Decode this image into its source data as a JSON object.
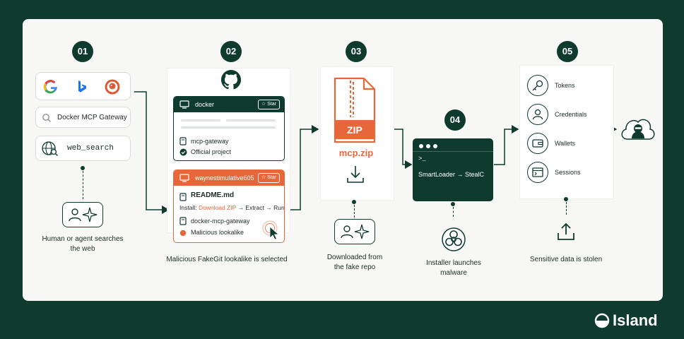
{
  "brand": {
    "name": "Island"
  },
  "steps": [
    {
      "num": "01",
      "caption_line1": "Human or agent searches",
      "caption_line2": "the web"
    },
    {
      "num": "02",
      "caption_line1": "Malicious FakeGit lookalike is selected"
    },
    {
      "num": "03",
      "caption_line1": "Downloaded from",
      "caption_line2": "the fake repo"
    },
    {
      "num": "04",
      "caption_line1": "Installer launches",
      "caption_line2": "malware"
    },
    {
      "num": "05",
      "caption_line1": "Sensitive data is stolen"
    }
  ],
  "step1": {
    "search_engines": [
      "google-icon",
      "bing-icon",
      "duckduckgo-icon"
    ],
    "query": "Docker MCP Gateway",
    "tool": "web_search"
  },
  "step2": {
    "legit_repo": {
      "owner": "docker",
      "star_label": "Star",
      "name": "mcp-gateway",
      "badge": "Official project"
    },
    "fake_repo": {
      "owner": "waynestimulative605",
      "star_label": "Star",
      "readme": "README.md",
      "install_prefix": "Install:",
      "install_link": "Download ZIP",
      "install_suffix": "→ Extract → Run",
      "name": "docker-mcp-gateway",
      "badge": "Malicious lookalike"
    }
  },
  "step3": {
    "zip_label": "ZIP",
    "file_name": "mcp.zip"
  },
  "step4": {
    "prompt": ">_",
    "command": "SmartLoader → StealC"
  },
  "step5": {
    "items": [
      "Tokens",
      "Credentials",
      "Wallets",
      "Sessions"
    ]
  },
  "colors": {
    "dark_green": "#0f3a2e",
    "orange": "#e8673a",
    "panel": "#f7f8f6"
  }
}
